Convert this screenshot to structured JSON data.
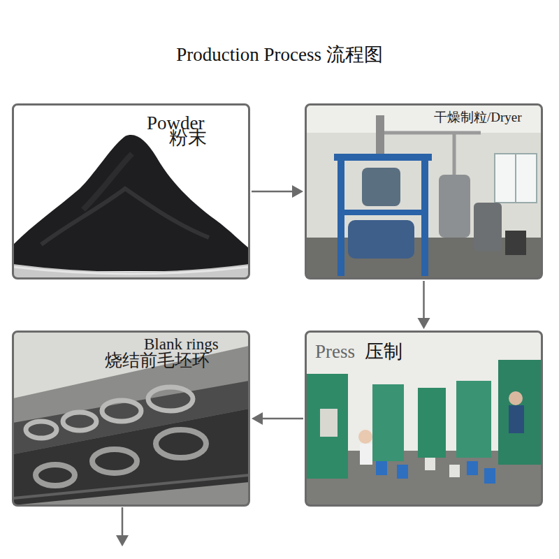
{
  "diagram": {
    "title": "Production Process 流程图",
    "nodes": [
      {
        "text": [
          "Powder",
          "粉末"
        ]
      },
      {
        "text": [
          "干燥制粒/Dryer"
        ]
      },
      {
        "text": [
          "Blank rings",
          "烧结前毛坯环"
        ]
      },
      {
        "text": [
          "Press",
          "压制"
        ]
      }
    ],
    "edges": [
      {
        "from": 0,
        "to": 1,
        "arrow": "to"
      },
      {
        "from": 1,
        "to": 3,
        "arrow": "to"
      },
      {
        "from": 3,
        "to": 2,
        "arrow": "to"
      }
    ]
  }
}
